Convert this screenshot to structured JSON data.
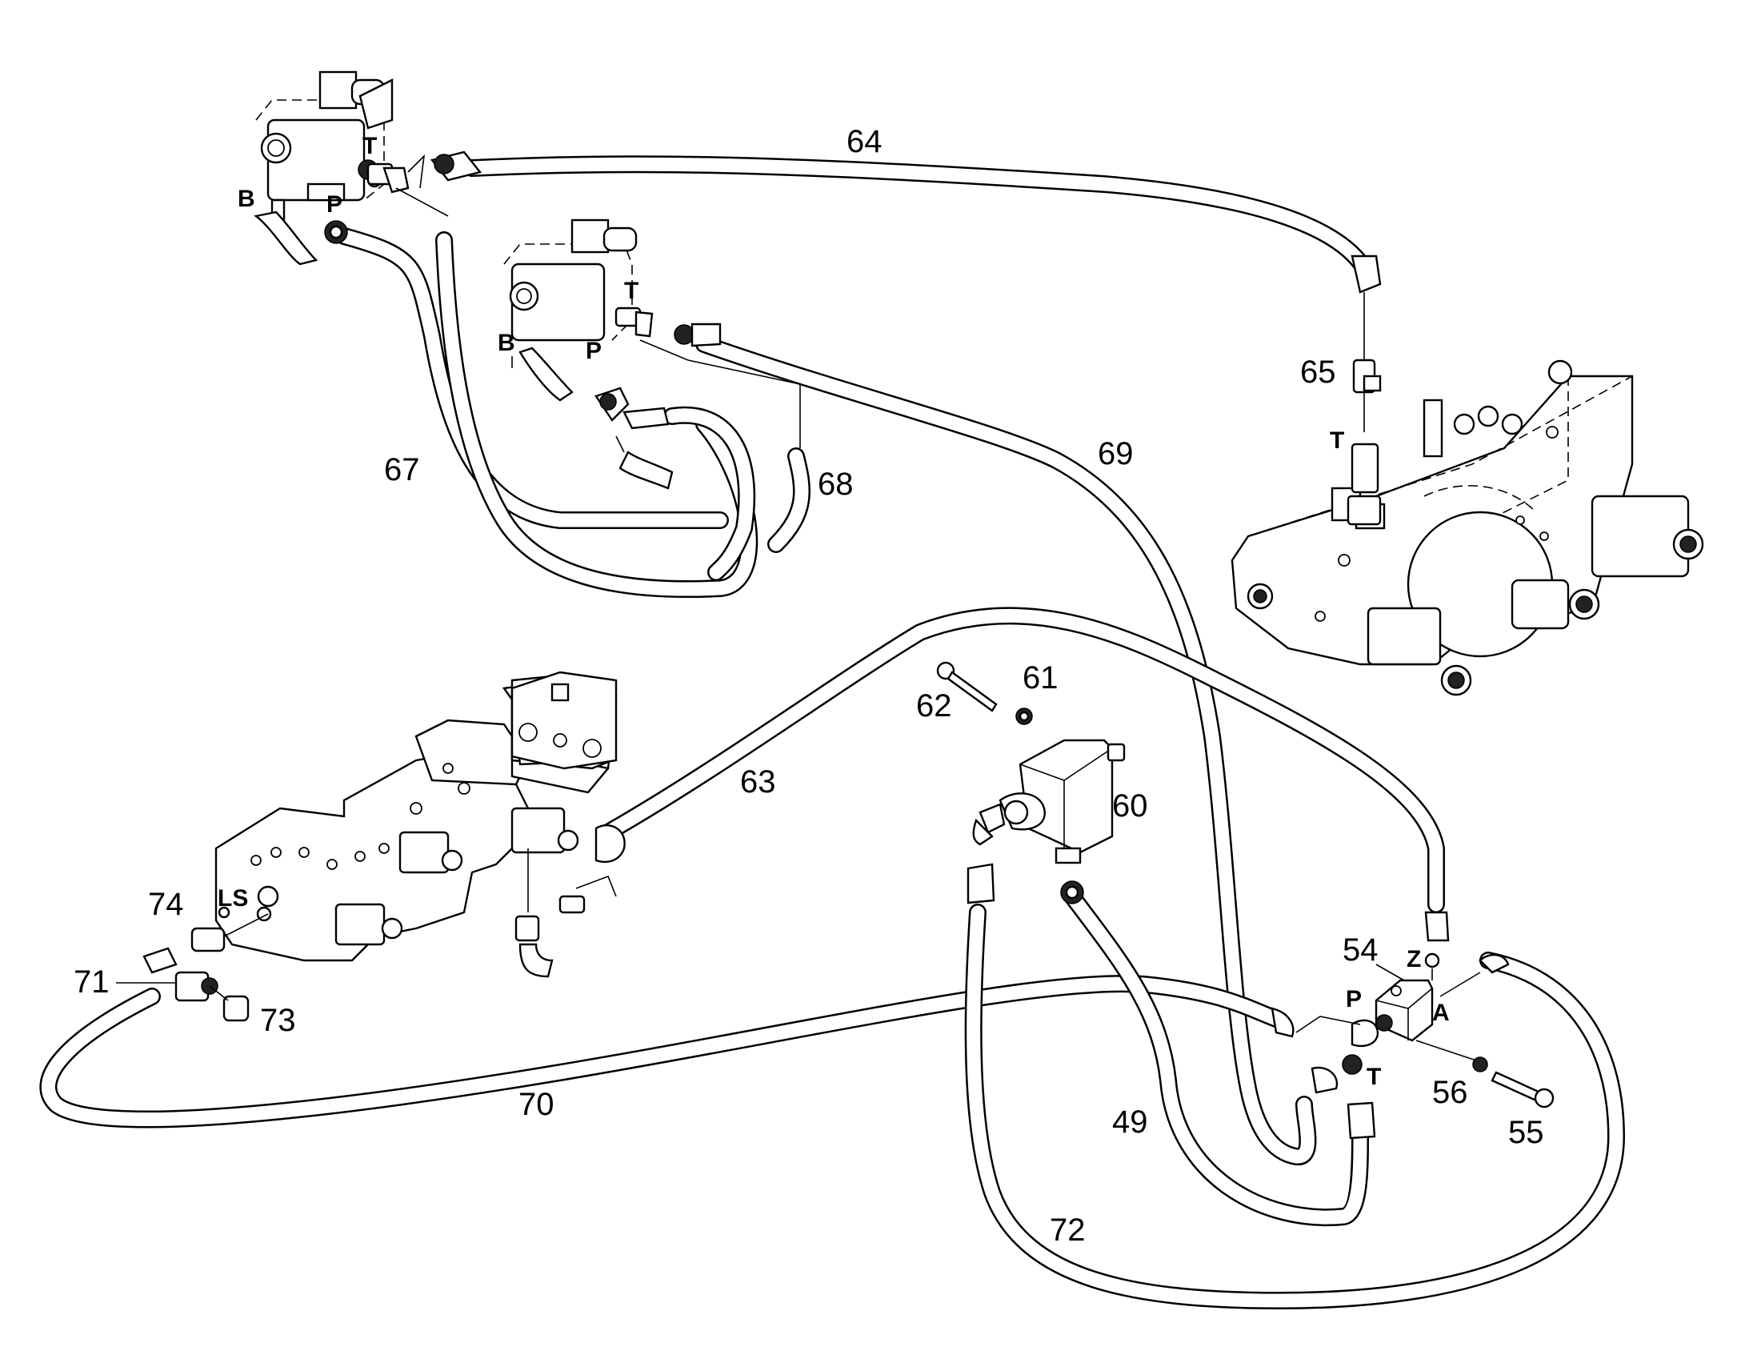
{
  "diagram": {
    "callouts": {
      "c49": "49",
      "c54": "54",
      "c55": "55",
      "c56": "56",
      "c60": "60",
      "c61": "61",
      "c62": "62",
      "c63": "63",
      "c64": "64",
      "c65": "65",
      "c67": "67",
      "c68": "68",
      "c69": "69",
      "c70": "70",
      "c71": "71",
      "c72": "72",
      "c73": "73",
      "c74": "74"
    },
    "ports": {
      "valve1_T": "T",
      "valve1_B": "B",
      "valve1_P": "P",
      "valve2_T": "T",
      "valve2_B": "B",
      "valve2_P": "P",
      "manifold_T": "T",
      "block_LS": "LS",
      "v54_P": "P",
      "v54_Z": "Z",
      "v54_A": "A",
      "v54_T": "T"
    }
  }
}
